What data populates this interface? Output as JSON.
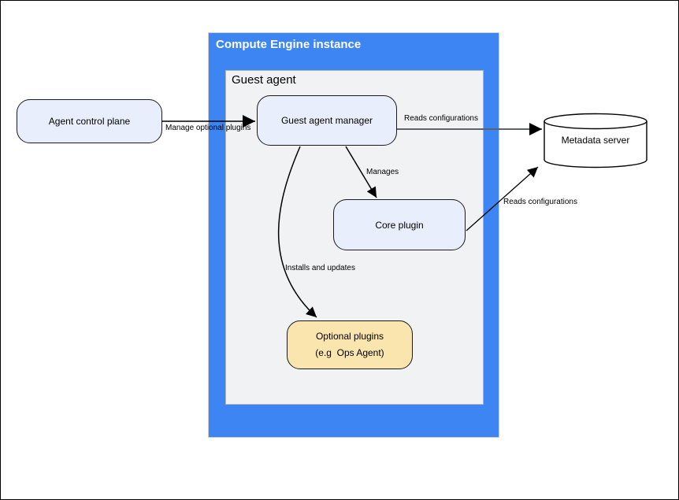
{
  "diagram": {
    "containers": {
      "compute_engine": {
        "label": "Compute Engine instance",
        "fill": "#3d85f3"
      },
      "guest_agent": {
        "label": "Guest agent",
        "fill": "#f1f2f4"
      }
    },
    "nodes": [
      {
        "id": "agent-control-plane",
        "label": "Agent control plane",
        "shape": "rounded-rect",
        "fill": "#e8eefb"
      },
      {
        "id": "guest-agent-manager",
        "label": "Guest agent manager",
        "shape": "rounded-rect",
        "fill": "#e8eefb"
      },
      {
        "id": "core-plugin",
        "label": "Core plugin",
        "shape": "rounded-rect",
        "fill": "#e8eefb"
      },
      {
        "id": "optional-plugins",
        "label": "Optional plugins",
        "sublabel": "(e.g  Ops Agent)",
        "shape": "rounded-rect",
        "fill": "#fae5af"
      },
      {
        "id": "metadata-server",
        "label": "Metadata server",
        "shape": "cylinder",
        "fill": "#ffffff"
      }
    ],
    "edges": [
      {
        "from": "agent-control-plane",
        "to": "guest-agent-manager",
        "label": "Manage optional plugins"
      },
      {
        "from": "guest-agent-manager",
        "to": "metadata-server",
        "label": "Reads configurations"
      },
      {
        "from": "guest-agent-manager",
        "to": "core-plugin",
        "label": "Manages"
      },
      {
        "from": "guest-agent-manager",
        "to": "optional-plugins",
        "label": "Installs and updates"
      },
      {
        "from": "core-plugin",
        "to": "metadata-server",
        "label": "Reads configurations"
      }
    ],
    "colors": {
      "container_blue": "#3d85f3",
      "container_gray": "#f1f2f4",
      "node_blue_fill": "#e8eefb",
      "node_yellow_fill": "#fae5af",
      "cylinder_fill": "#ffffff",
      "edge_black": "#000000",
      "edge_gray": "#5f6368",
      "title_text": "#ffffff"
    }
  }
}
